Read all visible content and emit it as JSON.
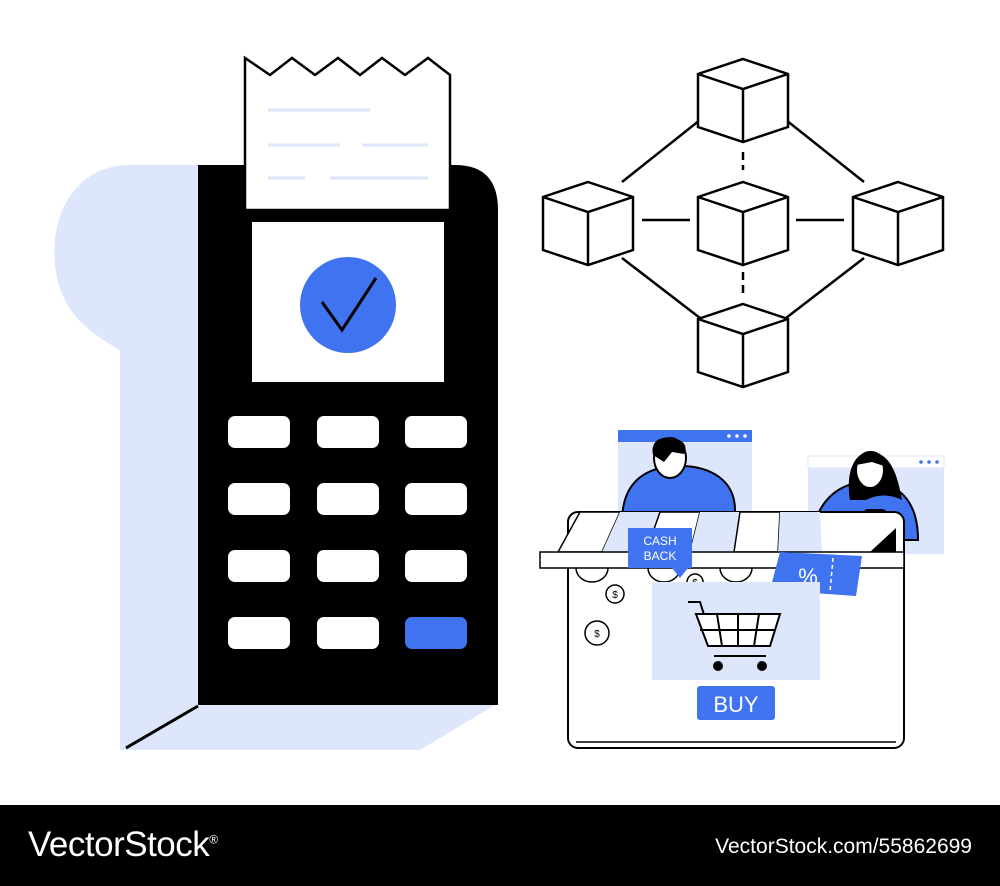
{
  "illustration": {
    "cashback_label_line1": "CASH",
    "cashback_label_line2": "BACK",
    "discount_symbol": "%",
    "buy_button_label": "BUY",
    "coin_symbol": "$",
    "terminal_keys_rows": 4,
    "terminal_keys_cols": 3,
    "colors": {
      "accent_blue": "#3f73f0",
      "light_blue": "#dde6fb",
      "black": "#000000",
      "white": "#ffffff"
    }
  },
  "footer": {
    "brand": "VectorStock",
    "registered_mark": "®",
    "stock_url": "VectorStock.com/55862699"
  }
}
